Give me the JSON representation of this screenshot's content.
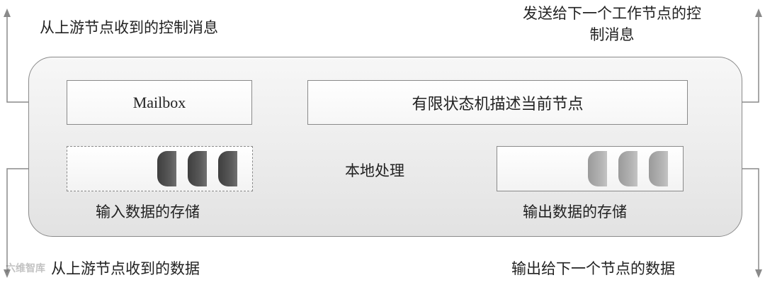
{
  "labels": {
    "upstream_control": "从上游节点收到的控制消息",
    "downstream_control_line1": "发送给下一个工作节点的控",
    "downstream_control_line2": "制消息",
    "mailbox": "Mailbox",
    "fsm": "有限状态机描述当前节点",
    "local_processing": "本地处理",
    "input_storage": "输入数据的存储",
    "output_storage": "输出数据的存储",
    "upstream_data": "从上游节点收到的数据",
    "downstream_data": "输出给下一个节点的数据"
  },
  "watermark": "六维智库"
}
